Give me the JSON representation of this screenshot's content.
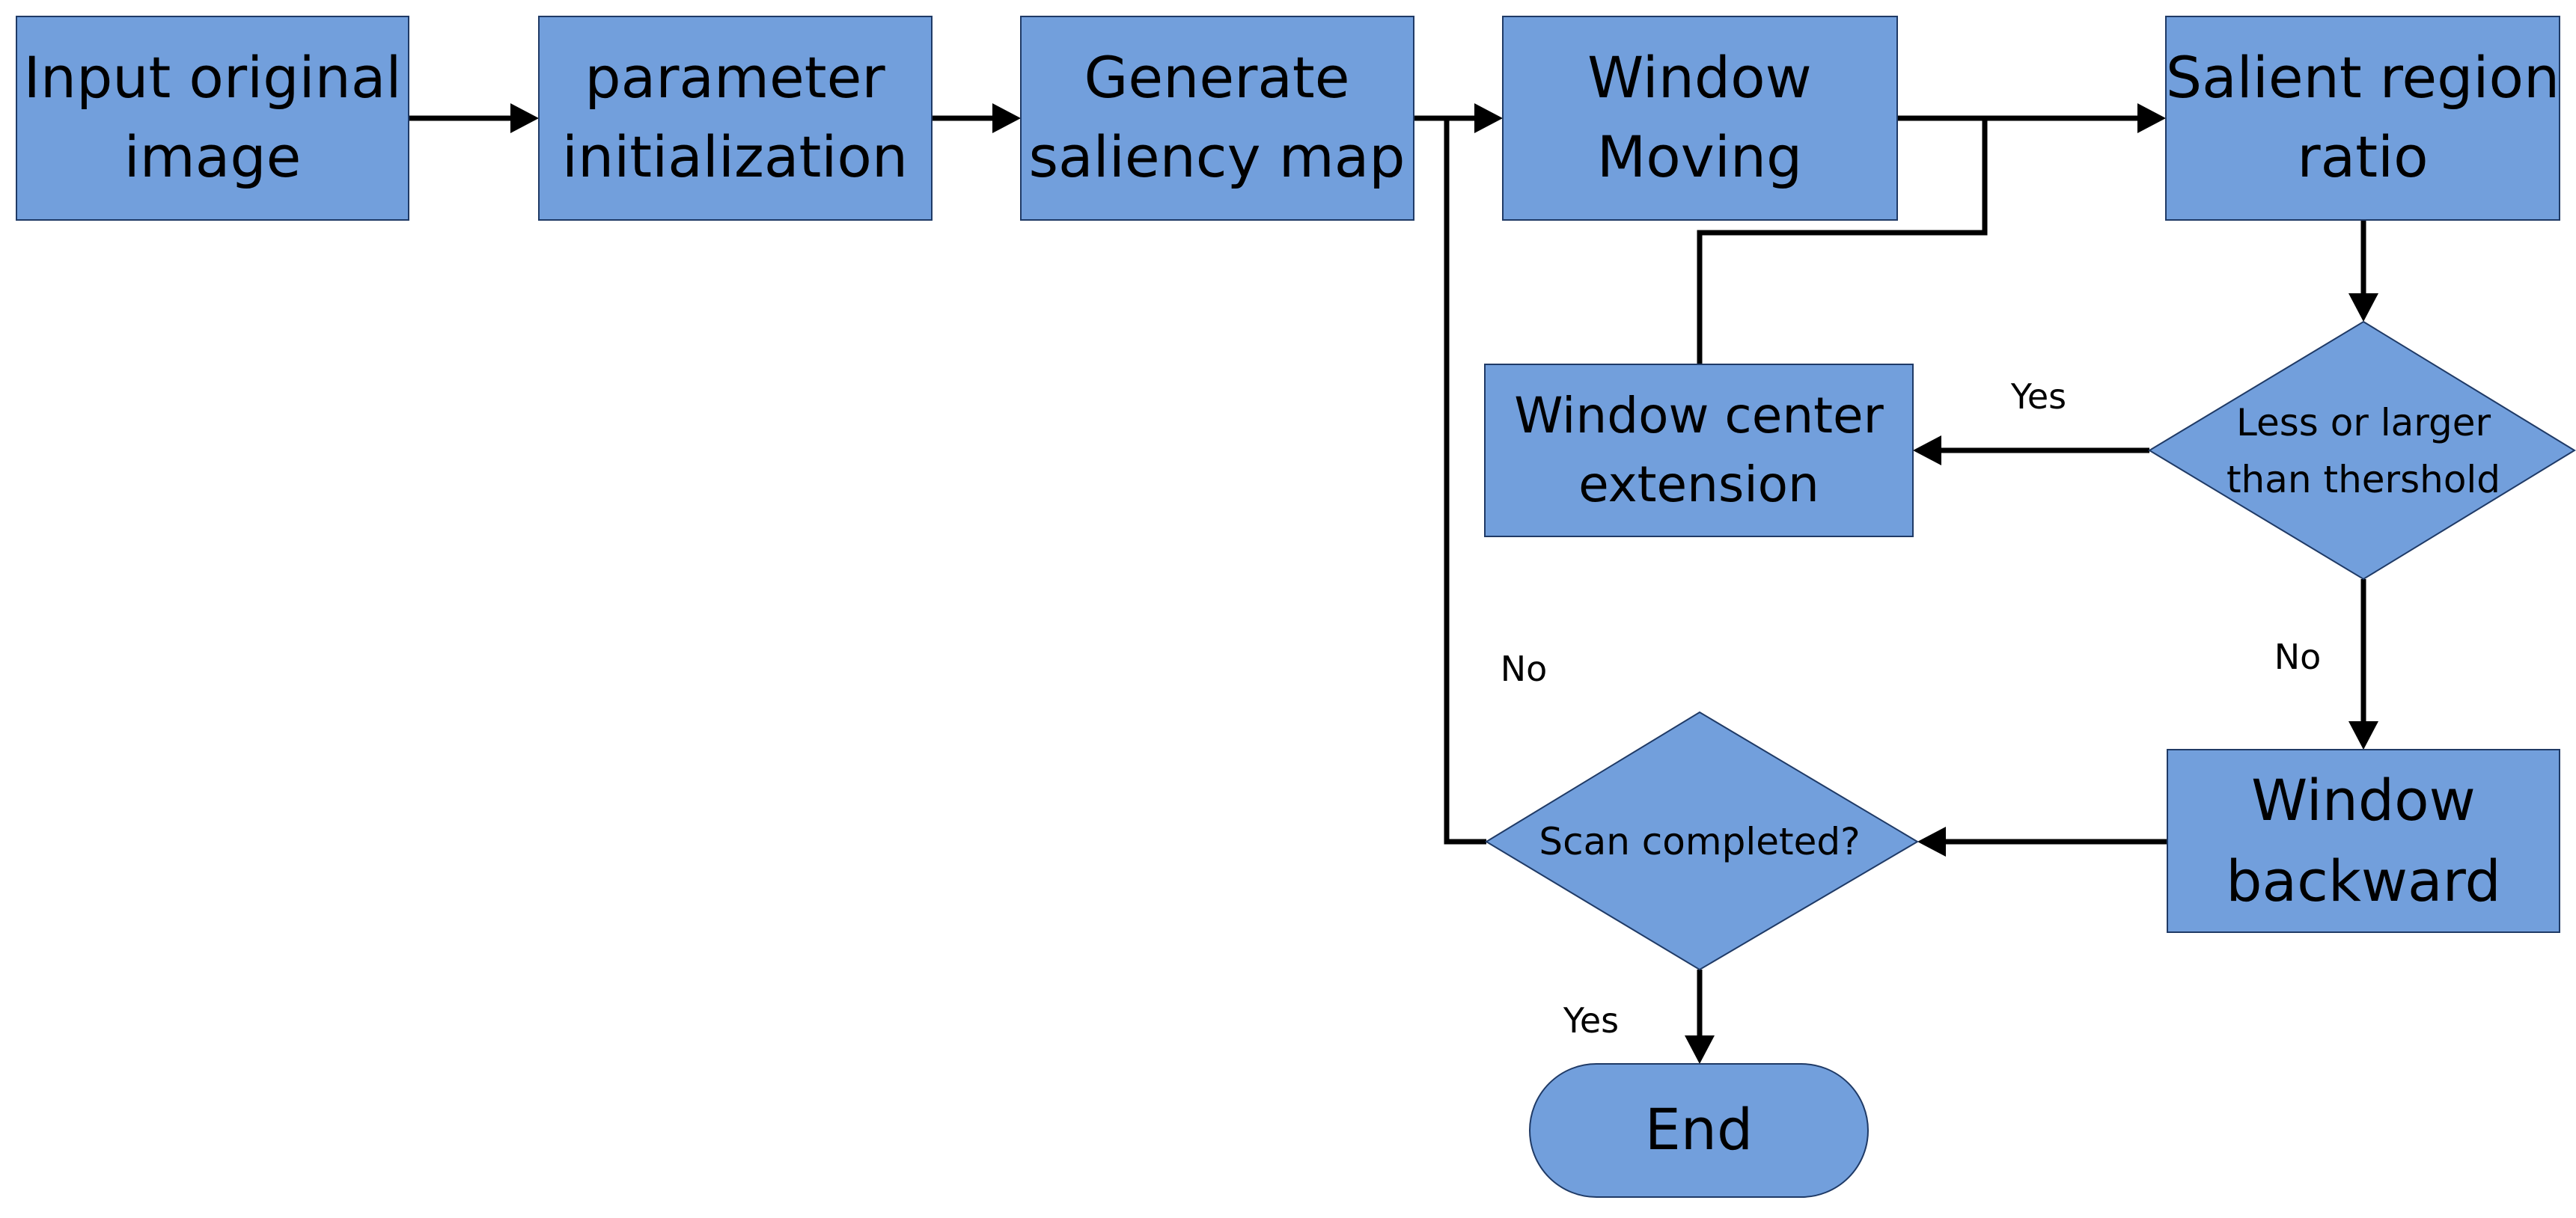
{
  "nodes": {
    "input": {
      "line1": "Input original",
      "line2": "image"
    },
    "param": {
      "line1": "parameter",
      "line2": "initialization"
    },
    "saliency": {
      "line1": "Generate",
      "line2": "saliency map"
    },
    "window_moving": {
      "line1": "Window",
      "line2": "Moving"
    },
    "salient_ratio": {
      "line1": "Salient region",
      "line2": "ratio"
    },
    "threshold": {
      "line1": "Less or larger",
      "line2": "than thershold"
    },
    "center_ext": {
      "line1": "Window center",
      "line2": "extension"
    },
    "backward": {
      "line1": "Window",
      "line2": "backward"
    },
    "scan": {
      "line1": "Scan completed?"
    },
    "end": {
      "line1": "End"
    }
  },
  "edge_labels": {
    "threshold_yes": "Yes",
    "threshold_no": "No",
    "scan_no": "No",
    "scan_yes": "Yes"
  },
  "colors": {
    "node_fill": "#729fdc",
    "node_border": "#1f3a66",
    "connector": "#000000"
  }
}
